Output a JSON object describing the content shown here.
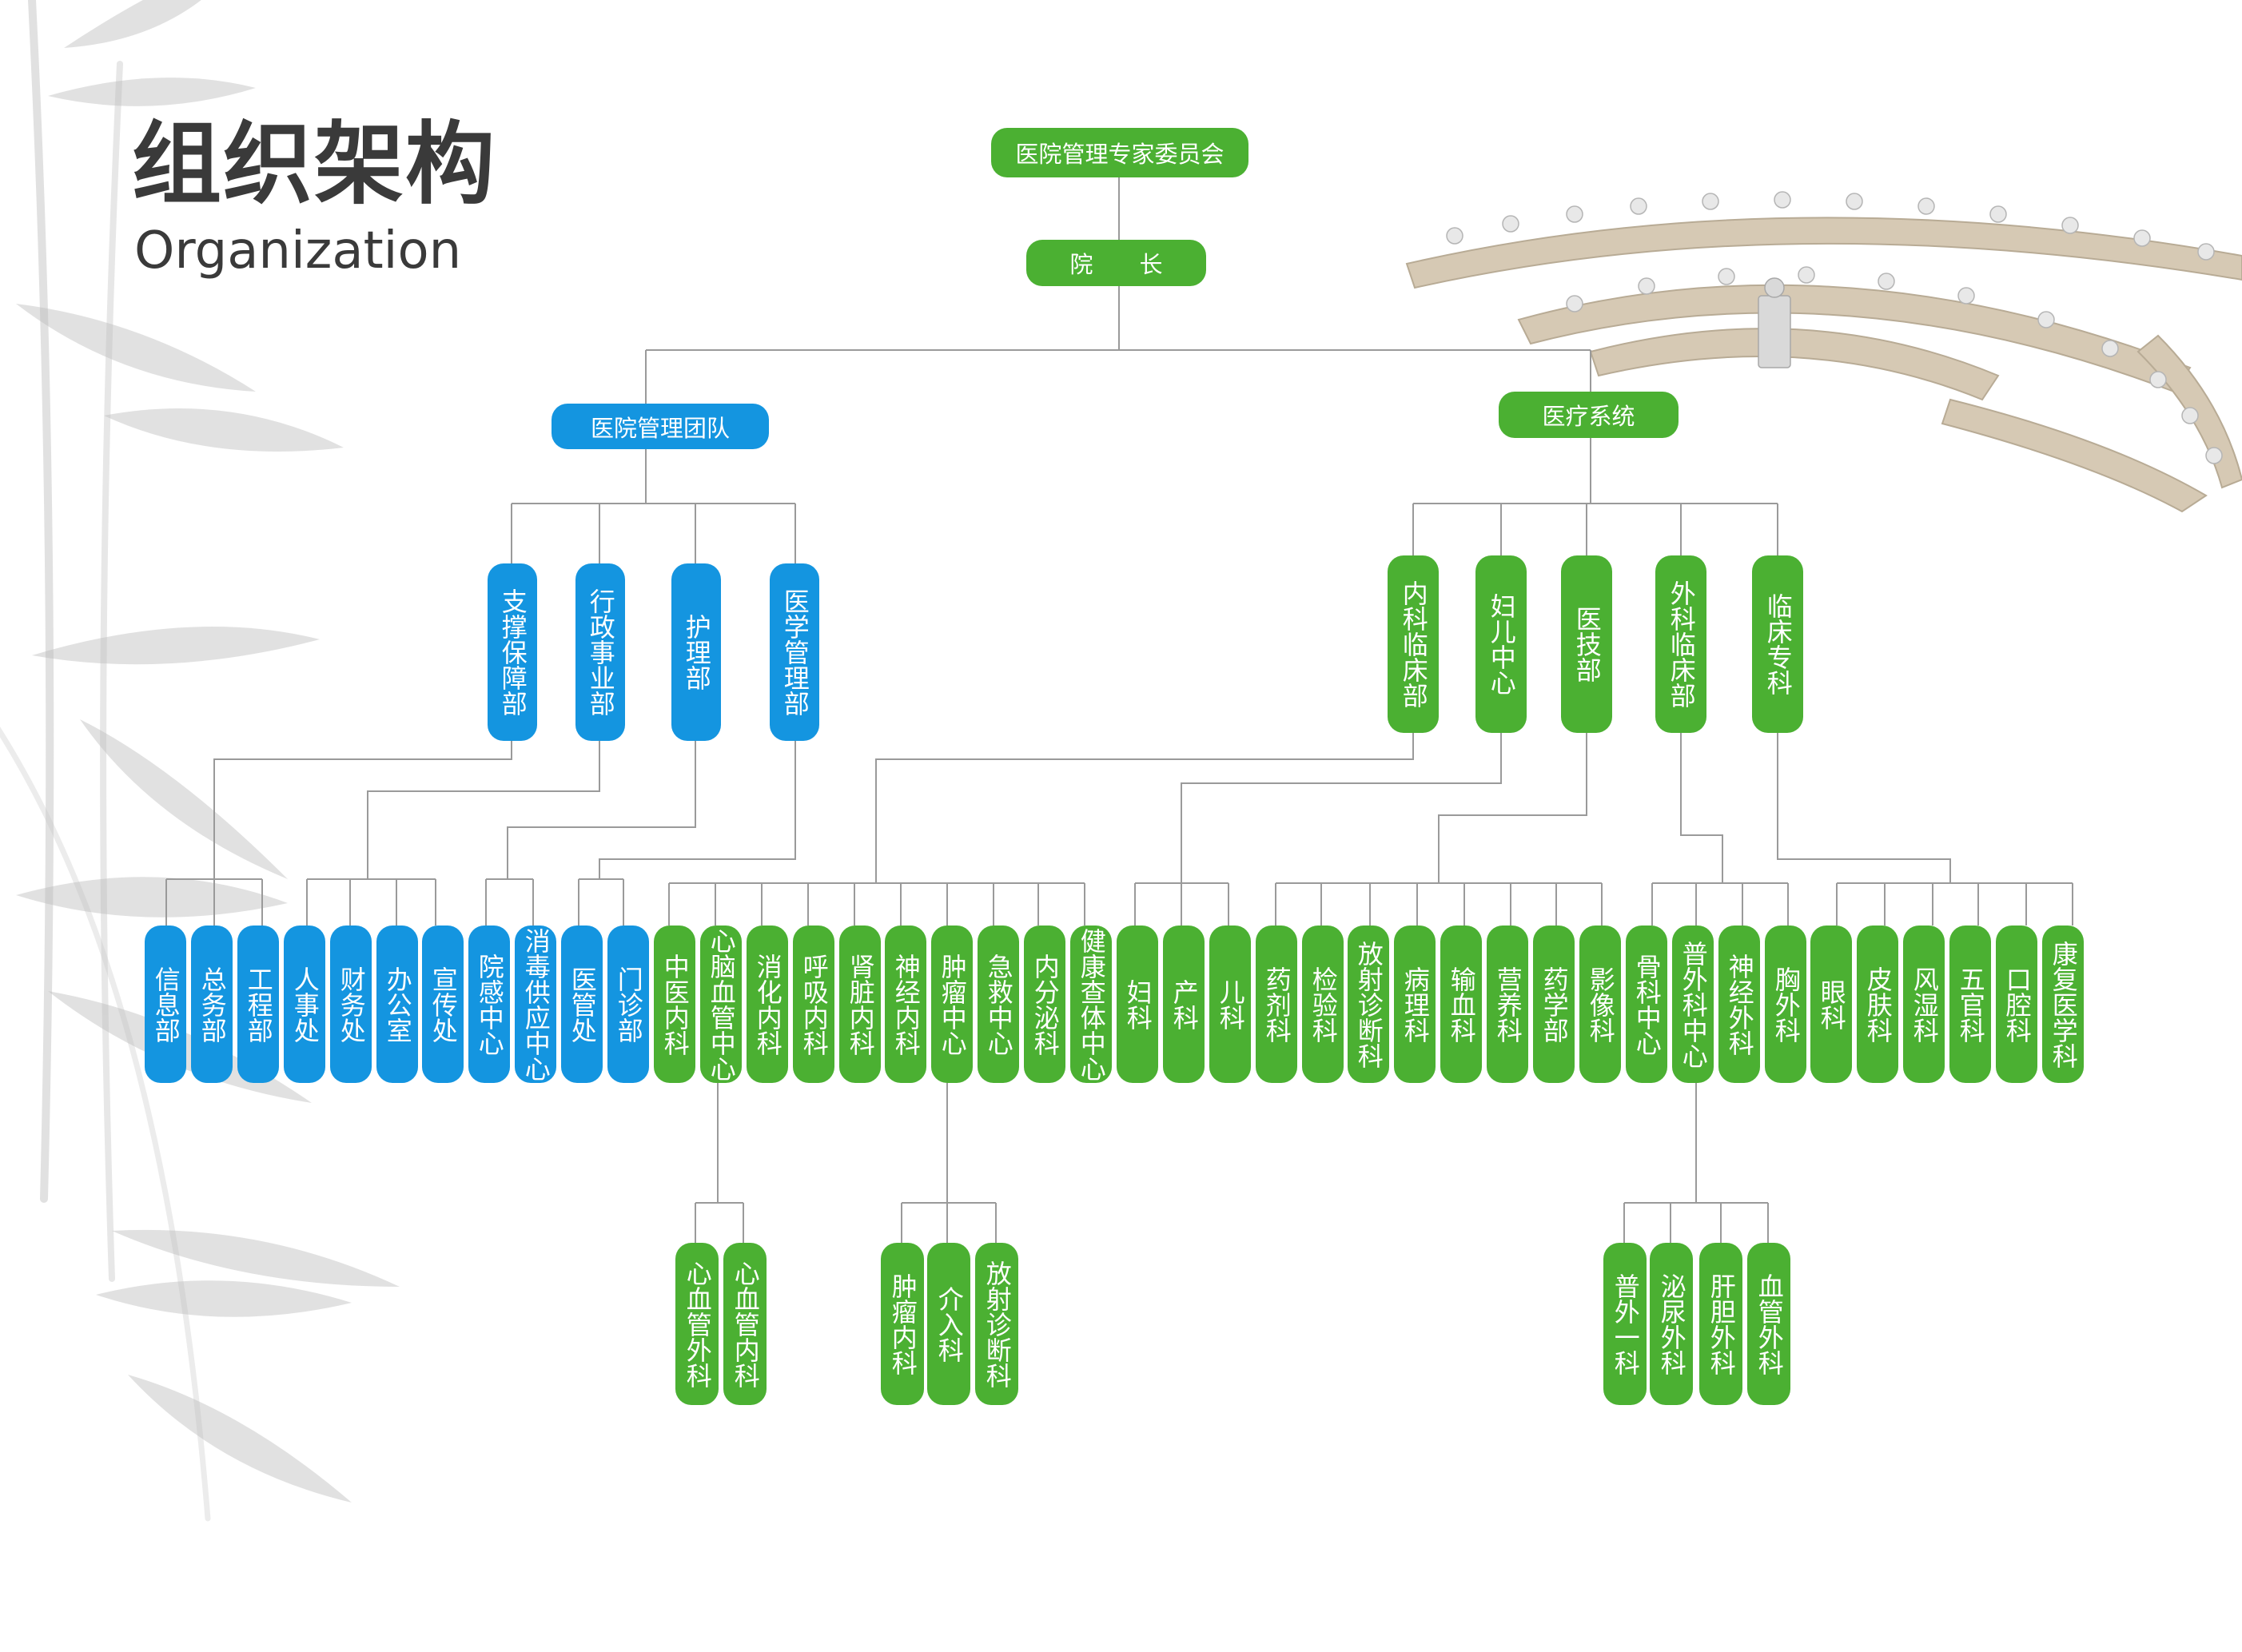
{
  "header": {
    "title_cn": "组织架构",
    "title_en": "Organization"
  },
  "colors": {
    "green": "#4bb032",
    "blue": "#1495e0",
    "line": "#9a9a9a"
  },
  "top": {
    "committee": "医院管理专家委员会",
    "president": "院　　长"
  },
  "mgmt": {
    "label": "医院管理团队",
    "depts": [
      "支撑保障部",
      "行政事业部",
      "护理部",
      "医学管理部"
    ]
  },
  "med": {
    "label": "医疗系统",
    "depts": [
      "内科临床部",
      "妇儿中心",
      "医技部",
      "外科临床部",
      "临床专科"
    ]
  },
  "units": {
    "blue": [
      "信息部",
      "总务部",
      "工程部",
      "人事处",
      "财务处",
      "办公室",
      "宣传处",
      "院感中心",
      "消毒供应中心",
      "医管处",
      "门诊部"
    ],
    "green": [
      "中医内科",
      "心脑血管中心",
      "消化内科",
      "呼吸内科",
      "肾脏内科",
      "神经内科",
      "肿瘤中心",
      "急救中心",
      "内分泌科",
      "健康查体中心",
      "妇科",
      "产科",
      "儿科",
      "药剂科",
      "检验科",
      "放射诊断科",
      "病理科",
      "输血科",
      "营养科",
      "药学部",
      "影像科",
      "骨科中心",
      "普外科中心",
      "神经外科",
      "胸外科",
      "眼科",
      "皮肤科",
      "风湿科",
      "五官科",
      "口腔科",
      "康复医学科"
    ]
  },
  "subunits": {
    "cardio": [
      "心血管外科",
      "心血管内科"
    ],
    "tumor": [
      "肿瘤内科",
      "介入科",
      "放射诊断科"
    ],
    "surgery": [
      "普外一科",
      "泌尿外科",
      "肝胆外科",
      "血管外科"
    ]
  }
}
